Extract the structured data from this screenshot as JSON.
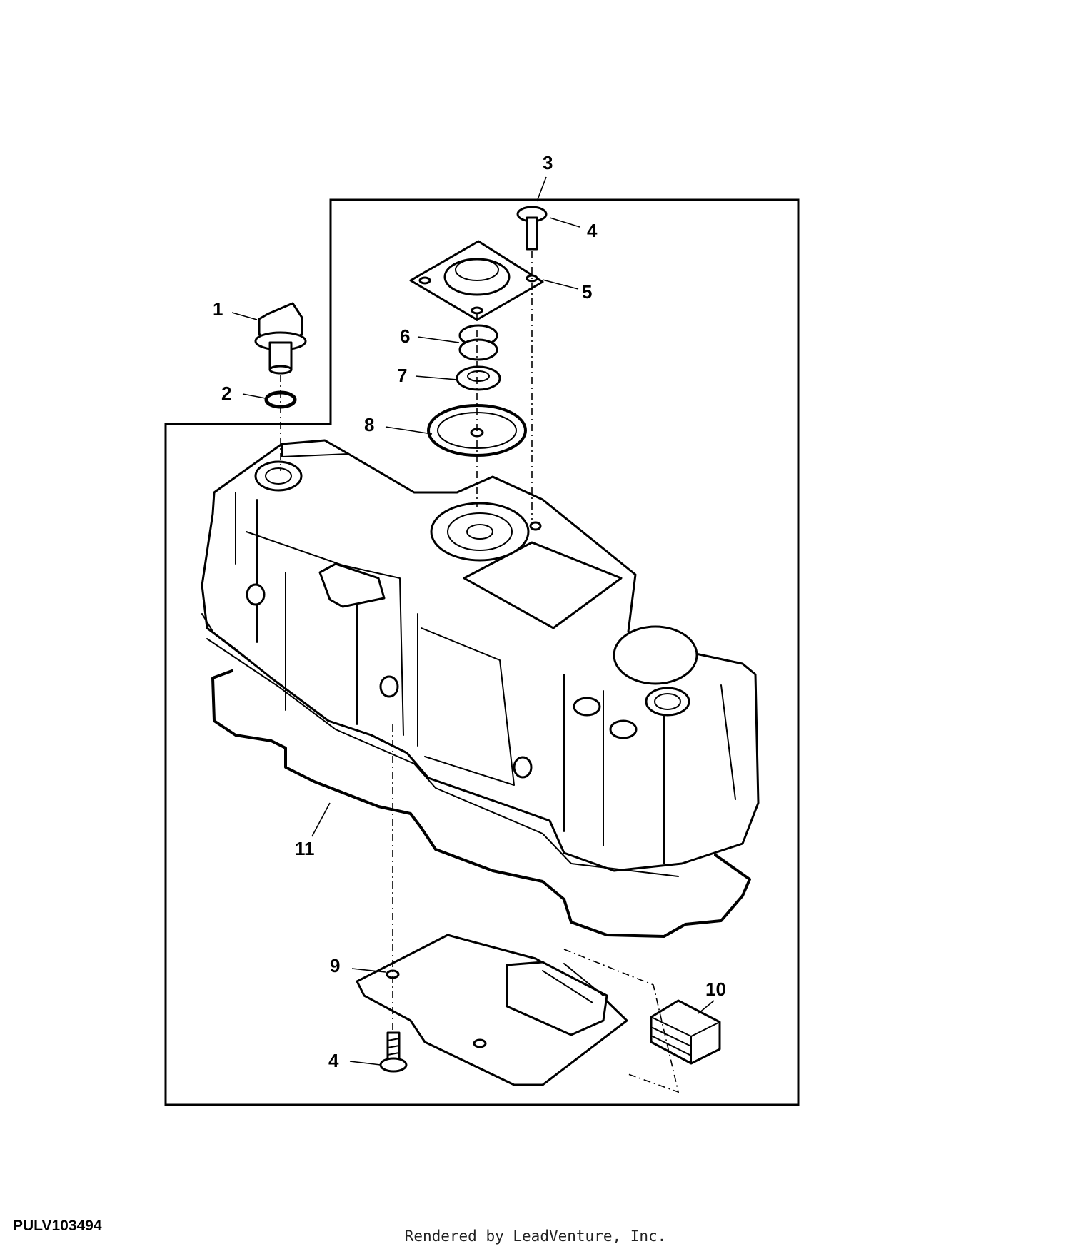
{
  "figure": {
    "id": "PULV103494",
    "credit": "Rendered by LeadVenture, Inc."
  },
  "callouts": [
    {
      "key": "c1",
      "label": "1"
    },
    {
      "key": "c2",
      "label": "2"
    },
    {
      "key": "c3",
      "label": "3"
    },
    {
      "key": "c4a",
      "label": "4"
    },
    {
      "key": "c5",
      "label": "5"
    },
    {
      "key": "c6",
      "label": "6"
    },
    {
      "key": "c7",
      "label": "7"
    },
    {
      "key": "c8",
      "label": "8"
    },
    {
      "key": "c9",
      "label": "9"
    },
    {
      "key": "c10",
      "label": "10"
    },
    {
      "key": "c11",
      "label": "11"
    },
    {
      "key": "c4b",
      "label": "4"
    }
  ]
}
